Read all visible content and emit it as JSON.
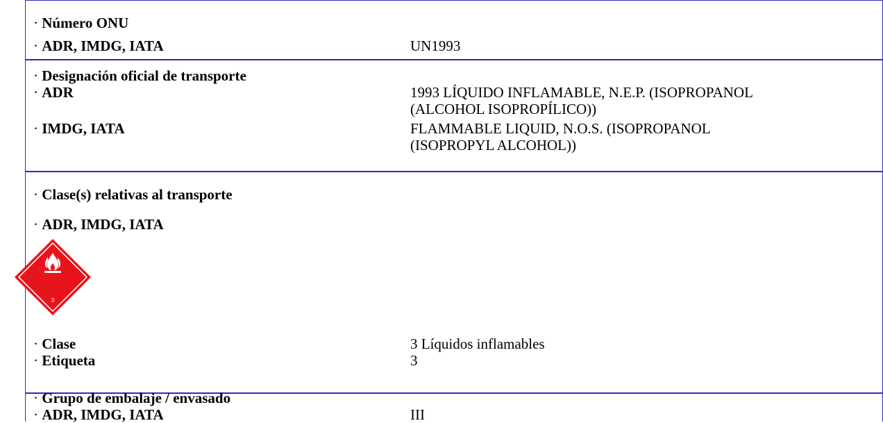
{
  "sections": [
    {
      "heading": "Número ONU",
      "rows": [
        {
          "label": "ADR, IMDG, IATA",
          "value": [
            "UN1993"
          ]
        }
      ]
    },
    {
      "heading": "Designación oficial de transporte",
      "rows": [
        {
          "label": "ADR",
          "value": [
            "1993 LÍQUIDO INFLAMABLE, N.E.P. (ISOPROPANOL",
            "(ALCOHOL ISOPROPÍLICO))"
          ]
        },
        {
          "label": "IMDG, IATA",
          "value": [
            "FLAMMABLE LIQUID, N.O.S. (ISOPROPANOL",
            "(ISOPROPYL ALCOHOL))"
          ]
        }
      ]
    },
    {
      "heading": "Clase(s) relativas al transporte",
      "subheading": "ADR, IMDG, IATA",
      "placard": {
        "icon": "flammable-liquid-placard-icon",
        "class_number": "3",
        "color": "#e8141c"
      },
      "rows": [
        {
          "label": "Clase",
          "value": [
            "3 Líquidos inflamables"
          ]
        },
        {
          "label": "Etiqueta",
          "value": [
            "3"
          ]
        }
      ]
    },
    {
      "heading": "Grupo de embalaje / envasado",
      "rows": [
        {
          "label": "ADR, IMDG, IATA",
          "value": [
            "III"
          ]
        }
      ]
    }
  ],
  "bullet": "·",
  "border_color": "#2b2bc8"
}
